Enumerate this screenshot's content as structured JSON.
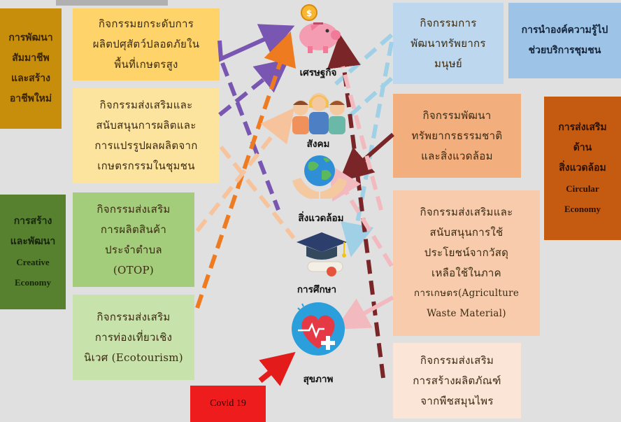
{
  "colors": {
    "purple": "#7856b1",
    "orange": "#ef7b21",
    "peach": "#f6c39d",
    "lightblue": "#9fd0e6",
    "darkred": "#7a2628",
    "pink": "#f2b9bf",
    "red": "#e31b1b"
  },
  "left_categories": {
    "career": {
      "lines": [
        "การพัฒนา",
        "สัมมาชีพ",
        "และสร้าง",
        "อาชีพใหม่"
      ]
    },
    "creative": {
      "lines": [
        "การสร้าง",
        "และพัฒนา",
        "Creative",
        "Economy"
      ]
    }
  },
  "left_activities": {
    "livestock": {
      "lines": [
        "กิจกรรมยกระดับการ",
        "ผลิตปศุสัตว์ปลอดภัยใน",
        "พื้นที่เกษตรสูง"
      ]
    },
    "processing": {
      "lines": [
        "กิจกรรมส่งเสริมและ",
        "สนับสนุนการผลิตและ",
        "การแปรรูปผลผลิตจาก",
        "เกษตรกรรมในชุมชน"
      ]
    },
    "otop": {
      "lines": [
        "กิจกรรมส่งเสริม",
        "การผลิตสินค้า",
        "ประจำตำบล",
        "(OTOP)"
      ]
    },
    "ecotourism": {
      "lines": [
        "กิจกรรมส่งเสริม",
        "การท่องเที่ยวเชิง",
        "นิเวศ (Ecotourism)"
      ]
    }
  },
  "covid": {
    "label": "Covid 19"
  },
  "hubs": {
    "economy": {
      "label": "เศรษฐกิจ",
      "icon": "piggy-bank-icon"
    },
    "society": {
      "label": "สังคม",
      "icon": "people-icon"
    },
    "environment": {
      "label": "สิ่งแวดล้อม",
      "icon": "globe-hands-icon"
    },
    "education": {
      "label": "การศึกษา",
      "icon": "graduation-cap-icon"
    },
    "health": {
      "label": "สุขภาพ",
      "icon": "heart-health-icon"
    }
  },
  "right_activities": {
    "human": {
      "lines": [
        "กิจกรรมการ",
        "พัฒนาทรัพยากร",
        "มนุษย์"
      ]
    },
    "natural": {
      "lines": [
        "กิจกรรมพัฒนา",
        "ทรัพยากรธรรมชาติ",
        "และสิ่งแวดล้อม"
      ]
    },
    "agri_waste": {
      "lines": [
        "กิจกรรมส่งเสริมและ",
        "สนับสนุนการใช้",
        "ประโยชน์จากวัสดุ",
        "เหลือใช้ในภาค",
        "การเกษตร(Agriculture",
        "Waste Material)"
      ]
    },
    "herbal": {
      "lines": [
        "กิจกรรมส่งเสริม",
        "การสร้างผลิตภัณฑ์",
        "จากพืชสมุนไพร"
      ]
    }
  },
  "right_categories": {
    "knowledge": {
      "lines": [
        "การนำองค์ความรู้ไป",
        "ช่วยบริการชุมชน"
      ]
    },
    "circular": {
      "lines": [
        "การส่งเสริม",
        "ด้าน",
        "สิ่งแวดล้อม",
        "Circular",
        "Economy"
      ]
    }
  }
}
